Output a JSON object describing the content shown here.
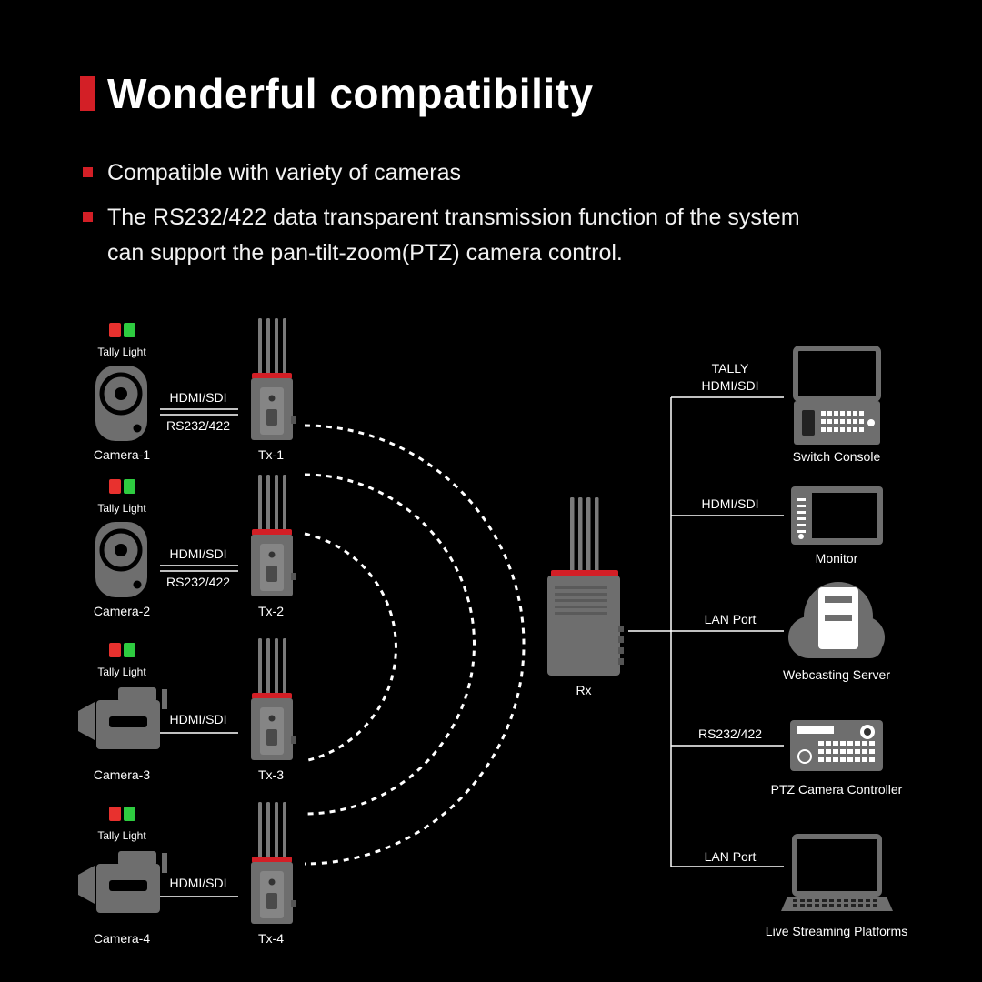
{
  "title": "Wonderful compatibility",
  "bullets": [
    "Compatible with variety of cameras",
    "The RS232/422 data transparent transmission function of the system",
    "can support the pan-tilt-zoom(PTZ) camera control."
  ],
  "colors": {
    "accent": "#d31f26",
    "tally_red": "#e8312e",
    "tally_green": "#2ecc40",
    "device_gray": "#6e6e6e",
    "background": "#000000"
  },
  "transmitters": [
    {
      "camera": "Camera-1",
      "tx": "Tx-1",
      "tally": "Tally Light",
      "links": [
        "HDMI/SDI",
        "RS232/422"
      ],
      "camera_icon": "ptz-camera-icon"
    },
    {
      "camera": "Camera-2",
      "tx": "Tx-2",
      "tally": "Tally Light",
      "links": [
        "HDMI/SDI",
        "RS232/422"
      ],
      "camera_icon": "ptz-camera-icon"
    },
    {
      "camera": "Camera-3",
      "tx": "Tx-3",
      "tally": "Tally Light",
      "links": [
        "HDMI/SDI"
      ],
      "camera_icon": "video-camera-icon"
    },
    {
      "camera": "Camera-4",
      "tx": "Tx-4",
      "tally": "Tally Light",
      "links": [
        "HDMI/SDI"
      ],
      "camera_icon": "video-camera-icon"
    }
  ],
  "receiver": {
    "label": "Rx"
  },
  "outputs": [
    {
      "connection": [
        "TALLY",
        "HDMI/SDI"
      ],
      "device": "Switch Console",
      "icon": "switch-console-icon"
    },
    {
      "connection": [
        "HDMI/SDI"
      ],
      "device": "Monitor",
      "icon": "monitor-icon"
    },
    {
      "connection": [
        "LAN Port"
      ],
      "device": "Webcasting Server",
      "icon": "cloud-server-icon"
    },
    {
      "connection": [
        "RS232/422"
      ],
      "device": "PTZ Camera Controller",
      "icon": "ptz-controller-icon"
    },
    {
      "connection": [
        "LAN Port"
      ],
      "device": "Live Streaming Platforms",
      "icon": "laptop-icon"
    }
  ]
}
